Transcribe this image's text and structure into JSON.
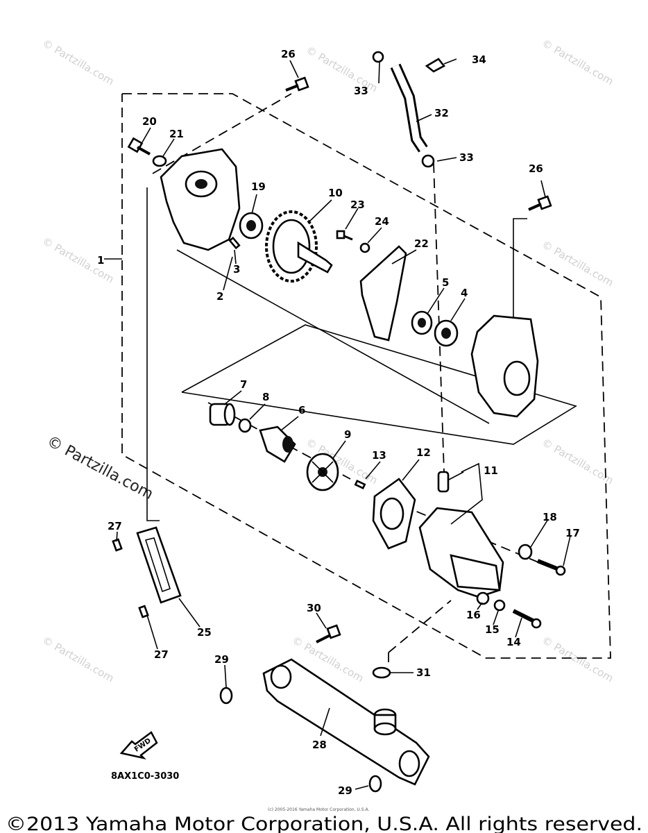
{
  "diagram": {
    "callouts": [
      "1",
      "2",
      "3",
      "4",
      "5",
      "6",
      "7",
      "8",
      "9",
      "10",
      "11",
      "12",
      "13",
      "14",
      "15",
      "16",
      "17",
      "18",
      "19",
      "20",
      "21",
      "22",
      "23",
      "24",
      "25",
      "26",
      "26",
      "27",
      "27",
      "28",
      "29",
      "29",
      "30",
      "31",
      "32",
      "33",
      "33",
      "34"
    ],
    "labels": {
      "c1": "1",
      "c2": "2",
      "c3": "3",
      "c4": "4",
      "c5": "5",
      "c6": "6",
      "c7": "7",
      "c8": "8",
      "c9": "9",
      "c10": "10",
      "c11": "11",
      "c12": "12",
      "c13": "13",
      "c14": "14",
      "c15": "15",
      "c16": "16",
      "c17": "17",
      "c18": "18",
      "c19": "19",
      "c20": "20",
      "c21": "21",
      "c22": "22",
      "c23": "23",
      "c24": "24",
      "c25": "25",
      "c26a": "26",
      "c26b": "26",
      "c27a": "27",
      "c27b": "27",
      "c28": "28",
      "c29a": "29",
      "c29b": "29",
      "c30": "30",
      "c31": "31",
      "c32": "32",
      "c33a": "33",
      "c33b": "33",
      "c34": "34"
    },
    "fwd_label": "FWD",
    "diagram_code": "8AX1C0-3030"
  },
  "watermark": {
    "text": "© Partzilla.com",
    "small_text": "(c) 2005-2016 Yamaha Motor Corporation, U.S.A."
  },
  "footer": {
    "copyright": "©2013 Yamaha Motor Corporation, U.S.A. All rights reserved."
  }
}
